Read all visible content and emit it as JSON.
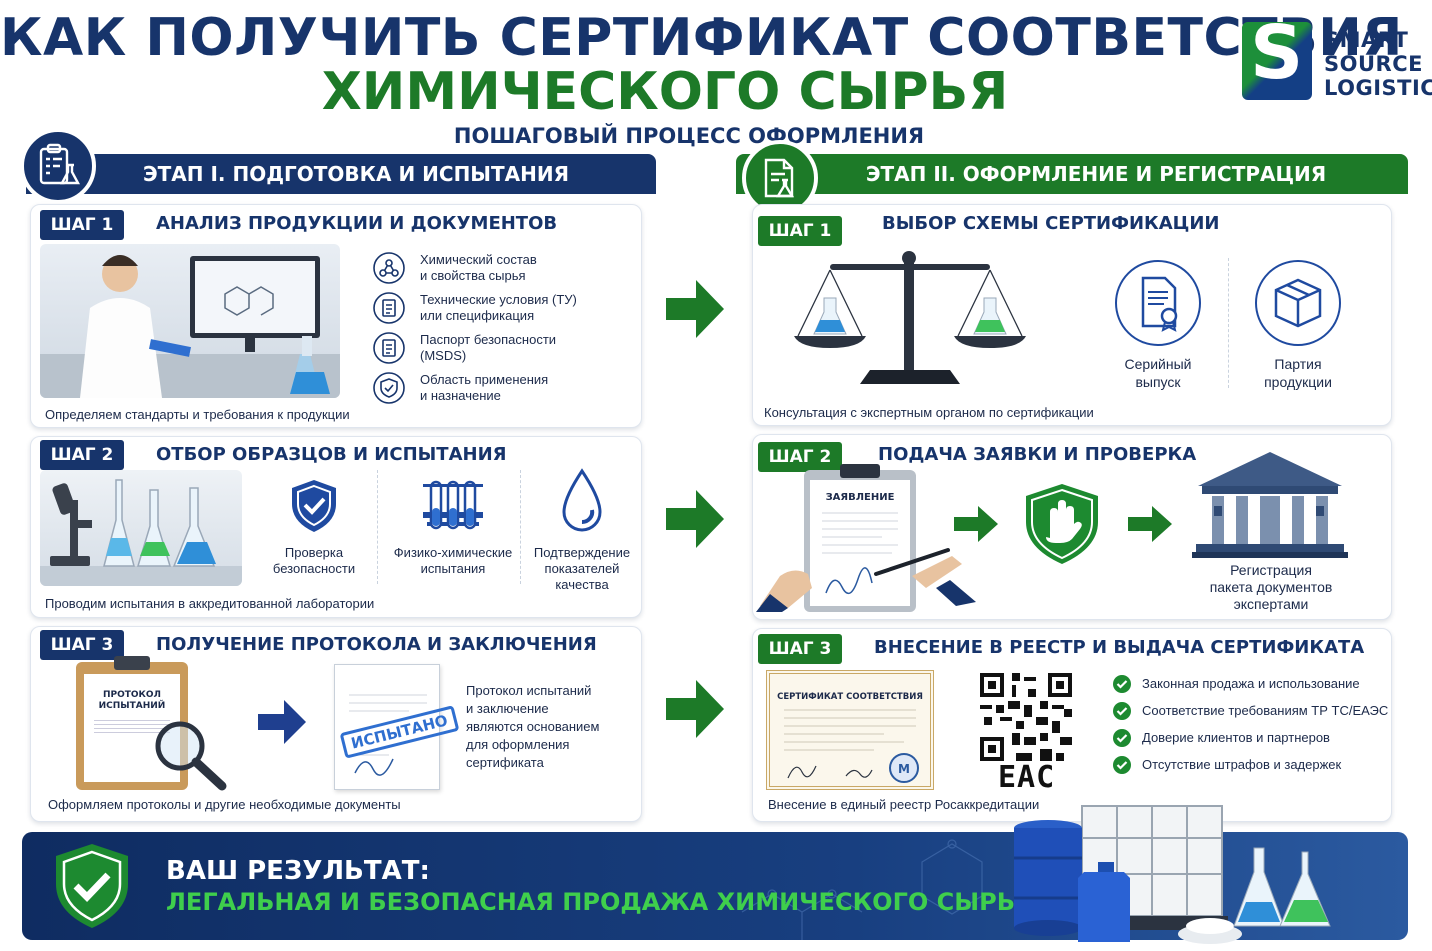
{
  "header": {
    "title_line1": "КАК ПОЛУЧИТЬ СЕРТИФИКАТ СООТВЕТСТВИЯ",
    "title_line2": "ХИМИЧЕСКОГО СЫРЬЯ",
    "subtitle": "ПОШАГОВЫЙ ПРОЦЕСС ОФОРМЛЕНИЯ"
  },
  "logo": {
    "line1": "SMART",
    "line2": "SOURCE",
    "line3": "LOGISTICS",
    "mark": "S"
  },
  "stage1": {
    "title": "ЭТАП I. ПОДГОТОВКА И ИСПЫТАНИЯ",
    "icon": "clipboard-flask-icon",
    "step1": {
      "badge": "ШАГ 1",
      "title": "АНАЛИЗ ПРОДУКЦИИ И ДОКУМЕНТОВ",
      "items": [
        {
          "icon": "molecule-icon",
          "line1": "Химический состав",
          "line2": "и свойства сырья"
        },
        {
          "icon": "document-icon",
          "line1": "Технические условия (ТУ)",
          "line2": "или спецификация"
        },
        {
          "icon": "document-icon",
          "line1": "Паспорт безопасности",
          "line2": "(MSDS)"
        },
        {
          "icon": "shield-check-icon",
          "line1": "Область применения",
          "line2": "и назначение"
        }
      ],
      "caption": "Определяем стандарты и требования к продукции"
    },
    "step2": {
      "badge": "ШАГ 2",
      "title": "ОТБОР ОБРАЗЦОВ И ИСПЫТАНИЯ",
      "items": [
        {
          "icon": "shield-check-icon",
          "line1": "Проверка",
          "line2": "безопасности",
          "line3": ""
        },
        {
          "icon": "test-tubes-icon",
          "line1": "Физико-химические",
          "line2": "испытания",
          "line3": ""
        },
        {
          "icon": "drop-icon",
          "line1": "Подтверждение",
          "line2": "показателей",
          "line3": "качества"
        }
      ],
      "caption": "Проводим испытания в аккредитованной лаборатории"
    },
    "step3": {
      "badge": "ШАГ 3",
      "title": "ПОЛУЧЕНИЕ ПРОТОКОЛА И ЗАКЛЮЧЕНИЯ",
      "clipboard_text1": "ПРОТОКОЛ",
      "clipboard_text2": "ИСПЫТАНИЙ",
      "stamp": "ИСПЫТАНО",
      "desc": [
        "Протокол испытаний",
        "и заключение",
        "являются основанием",
        "для оформления",
        "сертификата"
      ],
      "caption": "Оформляем протоколы и другие необходимые документы"
    }
  },
  "stage2": {
    "title": "ЭТАП II. ОФОРМЛЕНИЕ И РЕГИСТРАЦИЯ",
    "icon": "document-flask-icon",
    "step1": {
      "badge": "ШАГ 1",
      "title": "ВЫБОР СХЕМЫ СЕРТИФИКАЦИИ",
      "option1": {
        "icon": "certificate-document-icon",
        "line1": "Серийный",
        "line2": "выпуск"
      },
      "option2": {
        "icon": "box-icon",
        "line1": "Партия",
        "line2": "продукции"
      },
      "caption": "Консультация с экспертным органом по сертификации"
    },
    "step2": {
      "badge": "ШАГ 2",
      "title": "ПОДАЧА ЗАЯВКИ И ПРОВЕРКА",
      "application_label": "ЗАЯВЛЕНИЕ",
      "reg_line1": "Регистрация",
      "reg_line2": "пакета документов",
      "reg_line3": "экспертами"
    },
    "step3": {
      "badge": "ШАГ 3",
      "title": "ВНЕСЕНИЕ В РЕЕСТР И ВЫДАЧА СЕРТИФИКАТА",
      "certificate_label": "СЕРТИФИКАТ СООТВЕТСТВИЯ",
      "eac": "EAC",
      "checks": [
        "Законная продажа и использование",
        "Соответствие требованиям ТР ТС/ЕАЭС",
        "Доверие клиентов и партнеров",
        "Отсутствие штрафов и задержек"
      ],
      "caption": "Внесение в единый реестр Росаккредитации"
    }
  },
  "result": {
    "line1": "ВАШ РЕЗУЛЬТАТ:",
    "line2": "ЛЕГАЛЬНАЯ И БЕЗОПАСНАЯ ПРОДАЖА ХИМИЧЕСКОГО СЫРЬЯ!"
  },
  "colors": {
    "navy": "#17346b",
    "green": "#1d7a28",
    "bright_green": "#3fcf4c"
  }
}
